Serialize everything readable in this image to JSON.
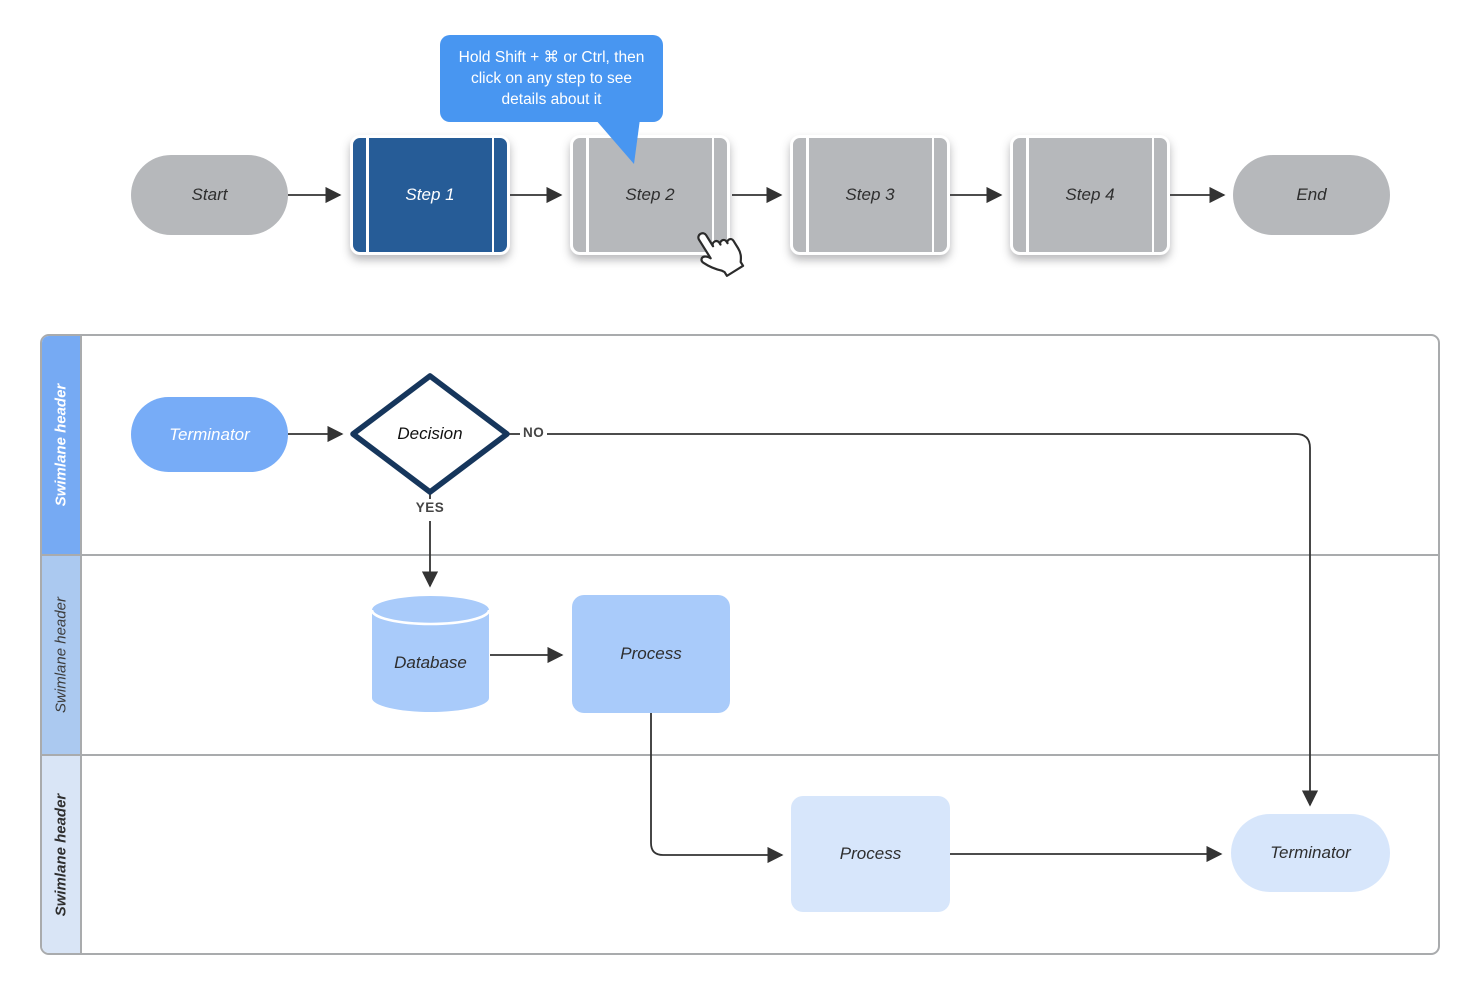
{
  "tooltip": {
    "text": "Hold Shift + ⌘ or Ctrl, then click on any step to see details about it"
  },
  "flow": {
    "start_label": "Start",
    "steps": [
      "Step 1",
      "Step 2",
      "Step 3",
      "Step 4"
    ],
    "end_label": "End"
  },
  "swimlanes": {
    "lane1": {
      "header": "Swimlane header",
      "terminator_label": "Terminator",
      "decision_label": "Decision",
      "no_label": "NO",
      "yes_label": "YES"
    },
    "lane2": {
      "header": "Swimlane header",
      "database_label": "Database",
      "process_label": "Process"
    },
    "lane3": {
      "header": "Swimlane header",
      "process_label": "Process",
      "terminator_label": "Terminator"
    }
  },
  "colors": {
    "tooltip-blue": "#4896f1",
    "step-blue": "#265c97",
    "step-gray": "#b6b8bb",
    "shape-blue-1": "#77acf7",
    "shape-blue-2": "#a9cbfa",
    "shape-blue-3": "#d7e6fb",
    "header-blue-1": "#76aaf3",
    "header-blue-2": "#abc9f0",
    "header-blue-3": "#d9e5f6",
    "diamond-navy": "#16365c",
    "lane-border": "#a9abad",
    "connector": "#333333",
    "label-dark": "#454545",
    "text-dark": "#2e2e2e"
  }
}
